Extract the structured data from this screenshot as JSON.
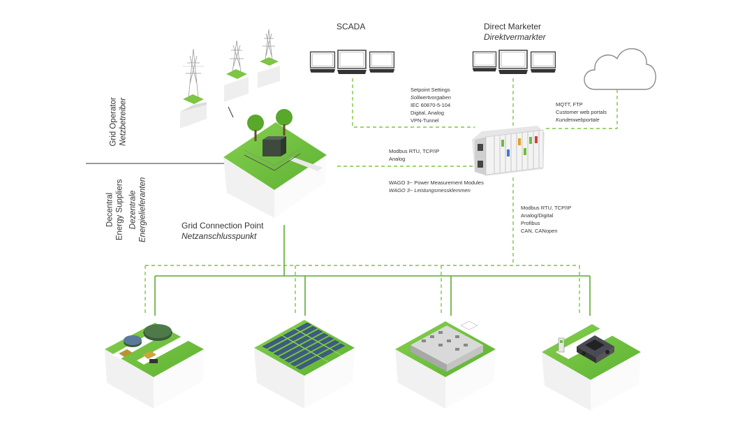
{
  "labels": {
    "scada": "SCADA",
    "direct_marketer": "Direct Marketer",
    "direct_marketer_de": "Direktvermarkter",
    "grid_operator": "Grid Operator",
    "grid_operator_de": "Netzbetreiber",
    "decentral_line1": "Decentral",
    "decentral_line2": "Energy Suppliers",
    "decentral_de_line1": "Dezentrale",
    "decentral_de_line2": "Energielieferanten",
    "grid_connection_point": "Grid Connection Point",
    "grid_connection_point_de": "Netzanschlusspunkt"
  },
  "protocols": {
    "scada_link": {
      "line1": "Setpoint Settings",
      "line2_de": "Sollwertvorgaben",
      "line3": "IEC 60870-5-104",
      "line4": "Digital, Analog",
      "line5": "VPN-Tunnel"
    },
    "cloud_link": {
      "line1": "MQTT, FTP",
      "line2": "Customer web portals",
      "line3_de": "Kundenwebportale"
    },
    "grid_link": {
      "line1": "Modbus RTU, TCP/IP",
      "line2": "Analog"
    },
    "modules": {
      "line1": "WAGO 3~ Power Measurement Modules",
      "line2_de": "WAGO 3~ Leistungsmessklemmen"
    },
    "field_link": {
      "line1": "Modbus RTU, TCP/IP",
      "line2": "Analog/Digital",
      "line3": "Profibus",
      "line4": "CAN, CANopen"
    }
  },
  "icons": [
    "power-pylon-icon",
    "scada-monitors-icon",
    "cloud-icon",
    "wago-controller-icon",
    "substation-icon",
    "biogas-plant-icon",
    "solar-park-icon",
    "industrial-building-icon",
    "electric-car-charger-icon"
  ],
  "colors": {
    "accent_green": "#6bbf3a",
    "dash_green": "#7cc642",
    "solid_green": "#5aab2e",
    "text": "#333333"
  }
}
